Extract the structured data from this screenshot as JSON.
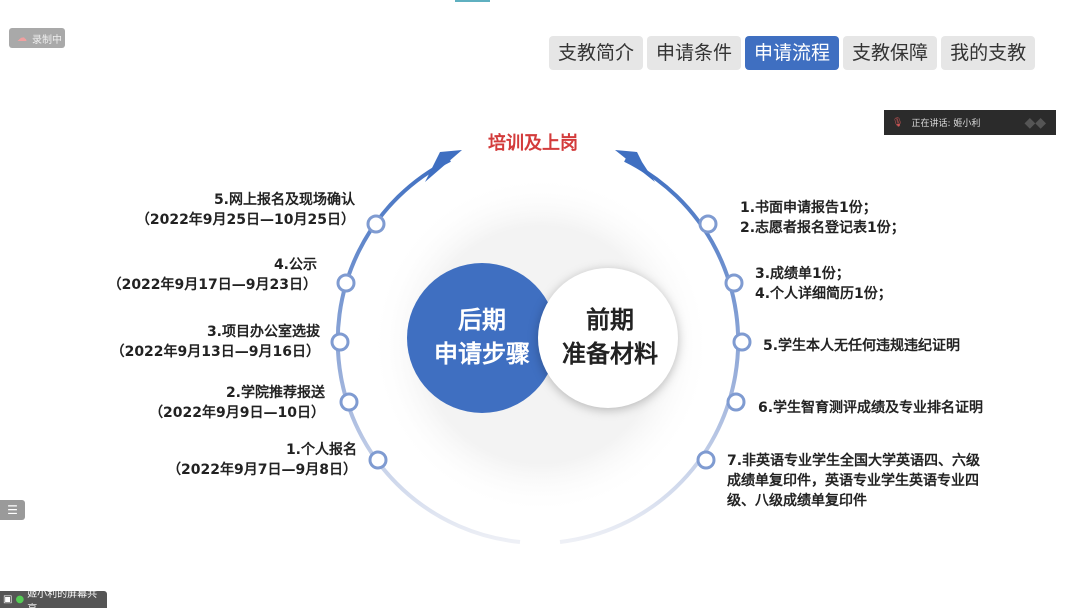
{
  "recording": {
    "label": "录制中",
    "icon": "cloud-record-icon"
  },
  "tabs": [
    {
      "label": "支教简介"
    },
    {
      "label": "申请条件"
    },
    {
      "label": "申请流程",
      "active": true
    },
    {
      "label": "支教保障"
    },
    {
      "label": "我的支教"
    }
  ],
  "speaker": {
    "text": "正在讲话: 姬小利"
  },
  "share": {
    "text": "姬小利的屏幕共享"
  },
  "menu_icon": "list-icon",
  "diagram": {
    "title": "培训及上岗",
    "left_circle": [
      "后期",
      "申请步骤"
    ],
    "right_circle": [
      "前期",
      "准备材料"
    ],
    "left_steps": [
      {
        "line1": "5.网上报名及现场确认",
        "line2": "（2022年9月25日—10月25日）"
      },
      {
        "line1": "4.公示",
        "line2": "（2022年9月17日—9月23日）"
      },
      {
        "line1": "3.项目办公室选拔",
        "line2": "（2022年9月13日—9月16日）"
      },
      {
        "line1": "2.学院推荐报送",
        "line2": "（2022年9月9日—10日）"
      },
      {
        "line1": "1.个人报名",
        "line2": "（2022年9月7日—9月8日）"
      }
    ],
    "right_steps": [
      {
        "line1": "1.书面申请报告1份；",
        "line2": "2.志愿者报名登记表1份；"
      },
      {
        "line1": "3.成绩单1份；",
        "line2": "4.个人详细简历1份；"
      },
      {
        "line1": "5.学生本人无任何违规违纪证明",
        "line2": ""
      },
      {
        "line1": "6.学生智育测评成绩及专业排名证明",
        "line2": ""
      },
      {
        "line1": "7.非英语专业学生全国大学英语四、六级",
        "line2": "成绩单复印件，英语专业学生英语专业四",
        "line3": "级、八级成绩单复印件"
      }
    ]
  }
}
